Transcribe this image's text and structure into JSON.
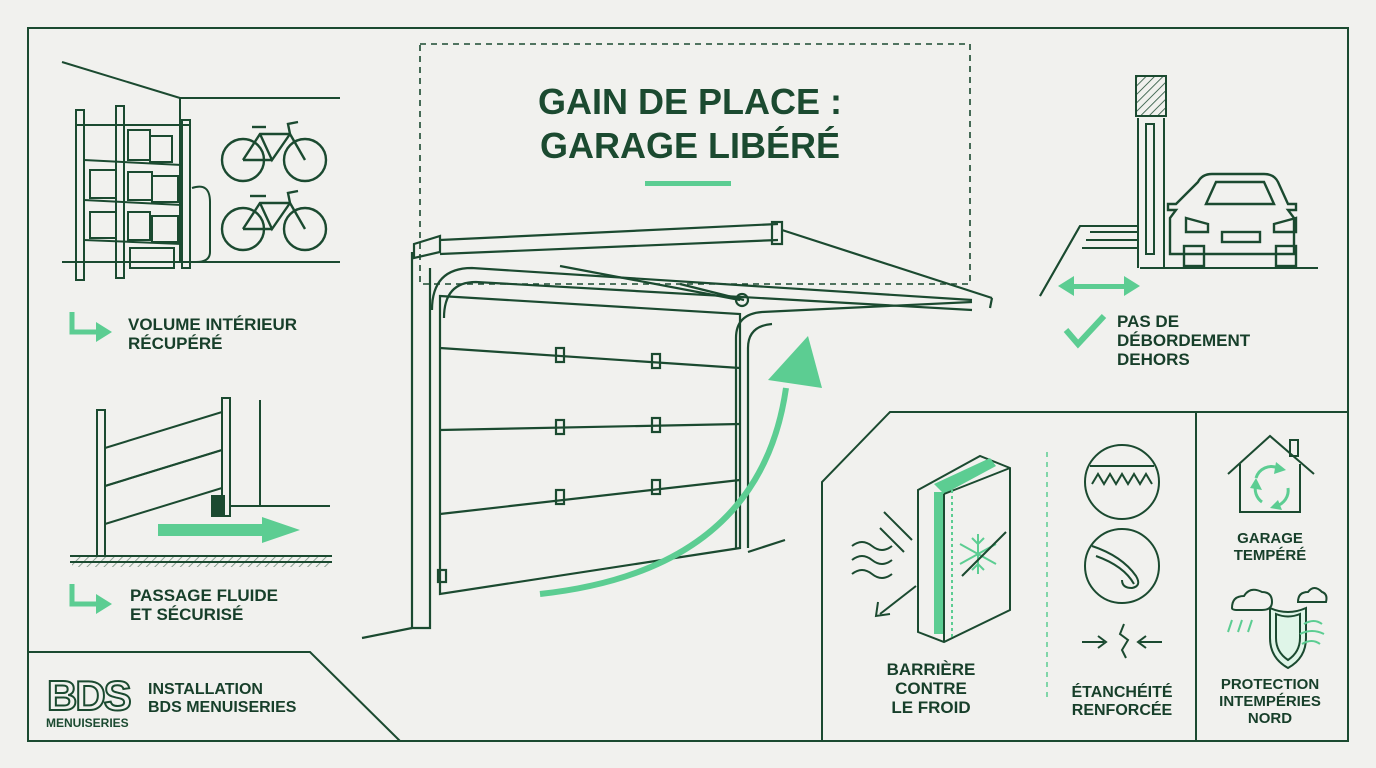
{
  "colors": {
    "dark": "#1b4a30",
    "accent": "#5ccd92",
    "background": "#f1f1ee"
  },
  "title": {
    "line1": "GAIN DE PLACE :",
    "line2": "GARAGE LIBÉRÉ"
  },
  "features": {
    "volume": {
      "line1": "VOLUME INTÉRIEUR",
      "line2": "RÉCUPÉRÉ",
      "icon": "arrow-return-icon"
    },
    "passage": {
      "line1": "PASSAGE FLUIDE",
      "line2": "ET SÉCURISÉ",
      "icon": "arrow-return-icon"
    },
    "outside": {
      "line1": "PAS DE",
      "line2": "DÉBORDEMENT",
      "line3": "DEHORS",
      "icon": "check-icon"
    },
    "insulation": {
      "line1": "BARRIÈRE",
      "line2": "CONTRE",
      "line3": "LE FROID",
      "icon": "snowflake-icon"
    },
    "sealing": {
      "line1": "ÉTANCHÉITÉ",
      "line2": "RENFORCÉE",
      "icon": "seal-joint-icon"
    },
    "tempered": {
      "line1": "GARAGE",
      "line2": "TEMPÉRÉ",
      "icon": "house-recycle-icon"
    },
    "protection": {
      "line1": "PROTECTION",
      "line2": "INTEMPÉRIES",
      "line3": "NORD",
      "icon": "shield-weather-icon"
    }
  },
  "brand": {
    "logo_letters": "BDS",
    "logo_sub": "MENUISERIES",
    "line1": "INSTALLATION",
    "line2": "BDS MENUISERIES"
  }
}
